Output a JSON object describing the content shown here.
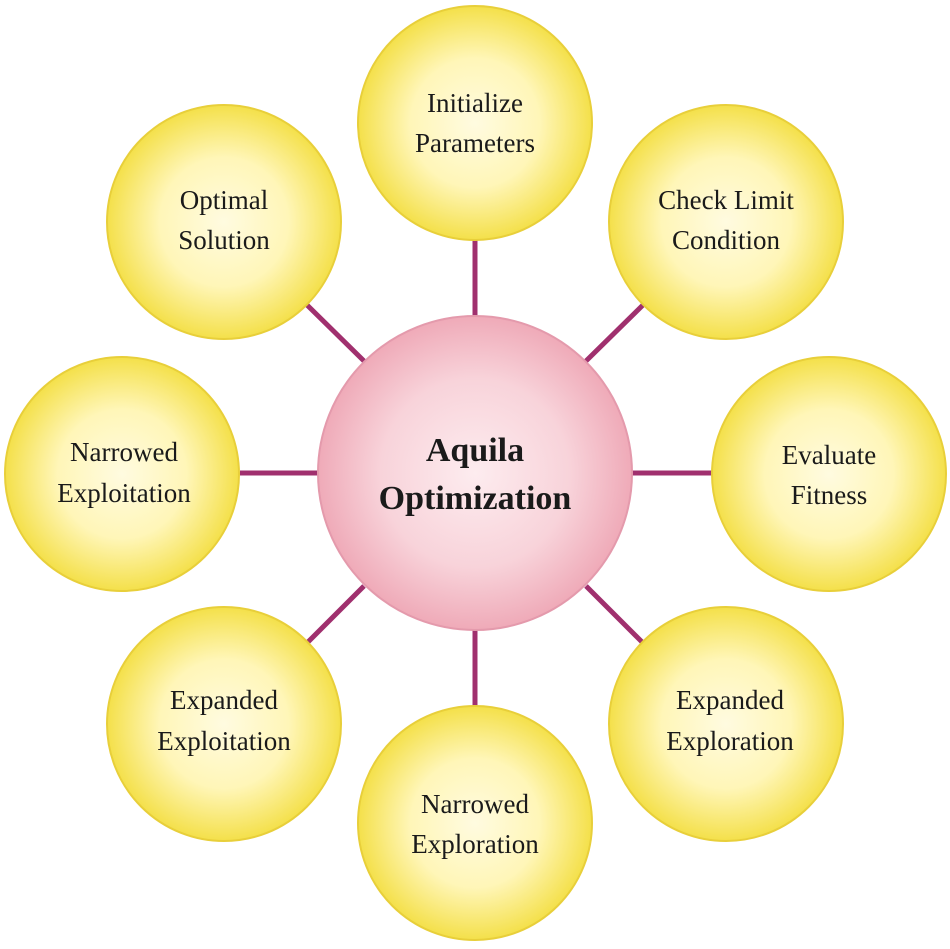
{
  "center": {
    "line1": "Aquila",
    "line2": "Optimization"
  },
  "nodes": [
    {
      "line1": "Initialize",
      "line2": "Parameters"
    },
    {
      "line1": "Check Limit",
      "line2": "Condition"
    },
    {
      "line1": "Evaluate",
      "line2": "Fitness"
    },
    {
      "line1": "Expanded",
      "line2": "Exploration"
    },
    {
      "line1": "Narrowed",
      "line2": "Exploration"
    },
    {
      "line1": "Expanded",
      "line2": "Exploitation"
    },
    {
      "line1": "Narrowed",
      "line2": "Exploitation"
    },
    {
      "line1": "Optimal",
      "line2": "Solution"
    }
  ],
  "colors": {
    "connector": "#a0306e",
    "node_fill_center": "#fffbe0",
    "node_fill_edge": "#f4e04a",
    "node_stroke": "#e8cf3a",
    "hub_fill_center": "#fdecef",
    "hub_fill_edge": "#efaab8",
    "hub_stroke": "#e49aac"
  }
}
